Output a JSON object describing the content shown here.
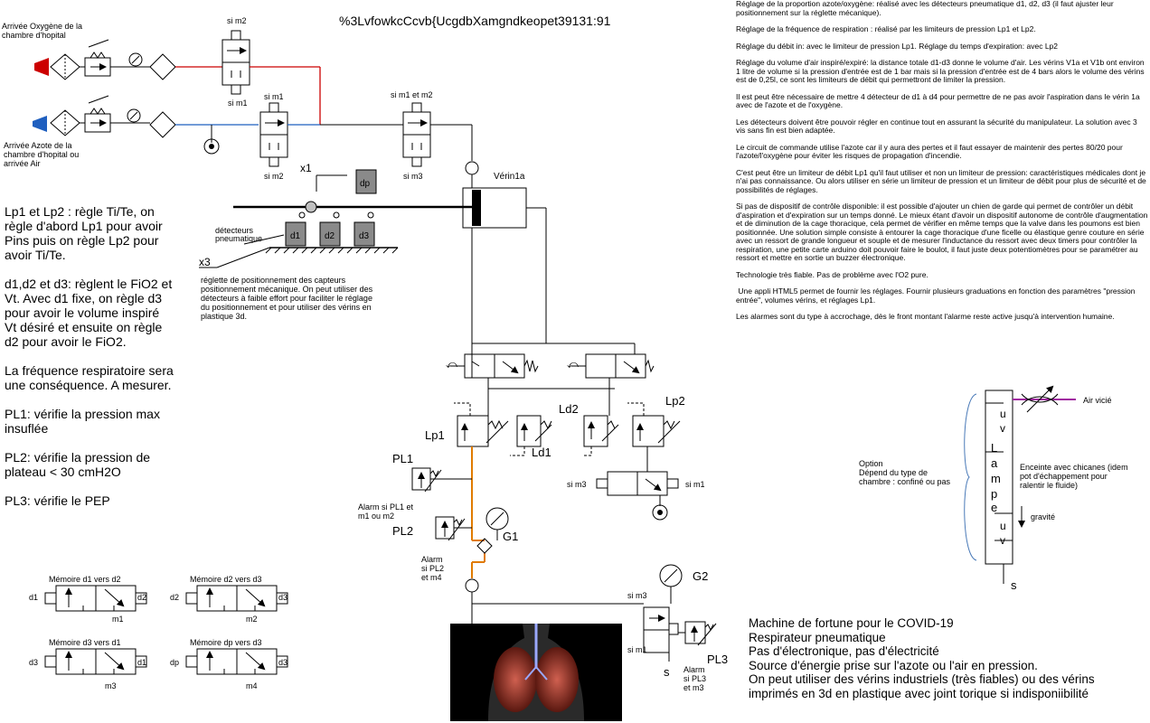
{
  "title": "%3LvfowkcCcvb{UcgdbXamgndkeopet39131:91",
  "inputs": {
    "oxygen": "Arrivée Oxygène de la chambre d'hopital",
    "nitrogen": "Arrivée Azote de la chambre d'hopital ou arrivée Air"
  },
  "valves": {
    "top_si_m2_upper": "si m2",
    "top_si_m1_lower": "si m1",
    "mid_si_m1_upper": "si m1",
    "mid_si_m2_lower": "si m2",
    "right_si_m1_m2": "si m1 et m2",
    "right_si_m3": "si m3"
  },
  "cylinder": {
    "label": "Vérin1a",
    "x1": "x1",
    "x3": "x3",
    "dp": "dp",
    "d1": "d1",
    "d2": "d2",
    "d3": "d3",
    "detectors": "détecteurs pneumatique",
    "reglette": "réglette de positionnement des capteurs positionnement mécanique. On peut utiliser des détecteurs à faible effort pour faciliter le réglage du positionnement et pour utiliser des vérins en plastique 3d."
  },
  "left_text": [
    "Lp1 et Lp2 : règle Ti/Te, on règle d'abord Lp1 pour avoir Pins puis on règle Lp2 pour avoir Ti/Te.",
    "d1,d2 et d3: règlent le FiO2 et Vt. Avec d1 fixe, on règle d3 pour avoir le volume inspiré Vt désiré et ensuite on règle d2 pour avoir le FiO2.",
    "La fréquence respiratoire sera une conséquence. A mesurer.",
    "PL1: vérifie la pression max insuflée",
    "PL2: vérifie la pression de plateau < 30 cmH2O",
    "PL3: vérifie le PEP"
  ],
  "memories": [
    {
      "title": "Mémoire d1 vers d2",
      "left": "d1",
      "right": "d2",
      "m": "m1"
    },
    {
      "title": "Mémoire d2 vers d3",
      "left": "d2",
      "right": "d3",
      "m": "m2"
    },
    {
      "title": "Mémoire d3 vers d1",
      "left": "d3",
      "right": "d1",
      "m": "m3"
    },
    {
      "title": "Mémoire dp vers d3",
      "left": "dp",
      "right": "d3",
      "m": "m4"
    }
  ],
  "regulators": {
    "lp1": "Lp1",
    "ld1": "Ld1",
    "ld2": "Ld2",
    "lp2": "Lp2",
    "pl1": "PL1",
    "pl2": "PL2",
    "pl3": "PL3",
    "alarm_pl1": "Alarm si PL1 et m1 ou m2",
    "alarm_pl2": "Alarm si PL2 et m4",
    "alarm_pl3": "Alarm si PL3 et m3",
    "g1": "G1",
    "g2": "G2",
    "si_m3_a": "si m3",
    "si_m1_a": "si m1",
    "si_m3_b": "si m3",
    "si_m1_b": "si m1",
    "s_lower": "s"
  },
  "right_text": [
    "Réglage de la proportion azote/oxygène: réalisé avec les détecteurs pneumatique d1, d2, d3 (il faut ajuster leur positionnement sur la réglette mécanique).",
    "Réglage de la fréquence de respiration : réalisé par les limiteurs de pression Lp1 et Lp2.",
    "Réglage du débit in: avec le limiteur de pression Lp1. Réglage du temps d'expiration: avec Lp2",
    "Réglage du volume d'air inspiré/expiré: la distance totale d1-d3 donne le volume d'air. Les vérins V1a et V1b ont environ 1 litre de volume si la pression d'entrée est de 1 bar mais si la pression d'entrée est de 4 bars alors le volume des vérins est de 0,25l, ce sont les limiteurs de débit qui permettront de limiter la pression.",
    "Il est peut être nécessaire de mettre 4 détecteur de d1 à d4 pour permettre de ne pas avoir l'aspiration dans le vérin 1a avec de l'azote et de l'oxygène.",
    "Les détecteurs doivent être pouvoir régler en continue tout en assurant la sécurité du manipulateur. La solution avec 3 vis sans fin est bien adaptée.",
    "Le circuit de commande utilise l'azote car il y aura des pertes et il faut essayer de maintenir des pertes 80/20 pour l'azote/l'oxygène pour éviter les risques de propagation d'incendie.",
    "C'est peut être un limiteur de débit Lp1 qu'il faut utiliser et non un limiteur de pression: caractéristiques médicales dont je n'ai pas connaissance. Ou alors utiliser en série un limiteur de pression et un limiteur de débit pour plus de sécurité et de possibilités de réglages.",
    "Si pas de dispositif de contrôle disponible: il est possible d'ajouter un chien de garde qui permet de contrôler un débit d'aspiration et d'expiration sur un temps donné. Le mieux étant d'avoir un dispositif autonome de contrôle d'augmentation et de diminution de la cage thoracique, cela permet de vérifier en même temps que la valve dans les poumons est bien positionnée. Une solution simple consiste à entourer la cage thoracique d'une ficelle ou élastique genre couture en série avec un ressort de grande longueur et souple et de mesurer l'inductance du ressort avec deux timers pour contrôler la respiration, une petite carte arduino doit pouvoir faire le boulot, il faut juste deux potentiomètres pour se paramétrer au ressort et mettre en sortie un buzzer électronique.",
    "Technologie très fiable. Pas de problème avec l'O2 pure.",
    " Une appli HTML5 permet de fournir les réglages. Fournir plusieurs graduations en fonction des paramètres \"pression entrée\", volumes vérins, et réglages Lp1.",
    "Les alarmes sont du type à accrochage, dès le front montant l'alarme reste active jusqu'à intervention humaine."
  ],
  "option": {
    "label": "Option Dépend du type de chambre : confiné ou pas",
    "air": "Air vicié",
    "enceinte": "Enceinte avec chicanes (idem pot d'échappement pour ralentir le fluide)",
    "gravite": "gravité",
    "uv_top": "u v",
    "lampe": "L a m p e",
    "uv_bottom": "u v",
    "s": "s"
  },
  "summary": [
    "Machine de fortune pour le COVID-19",
    "Respirateur pneumatique",
    "Pas d'électronique, pas d'électricité",
    "Source d'énergie prise sur l'azote ou l'air en pression.",
    "On peut utiliser des vérins industriels (très fiables) ou des vérins imprimés en 3d en plastique avec joint torique si indisponiibilité"
  ],
  "colors": {
    "oxygen_line": "#cc0000",
    "nitrogen_line": "#1f5fbf",
    "patient_line": "#e07b00",
    "air_line": "#a020a0",
    "detector_fill": "#8a8a8a",
    "lung_bg": "#000000",
    "lung_color": "#b04030"
  }
}
